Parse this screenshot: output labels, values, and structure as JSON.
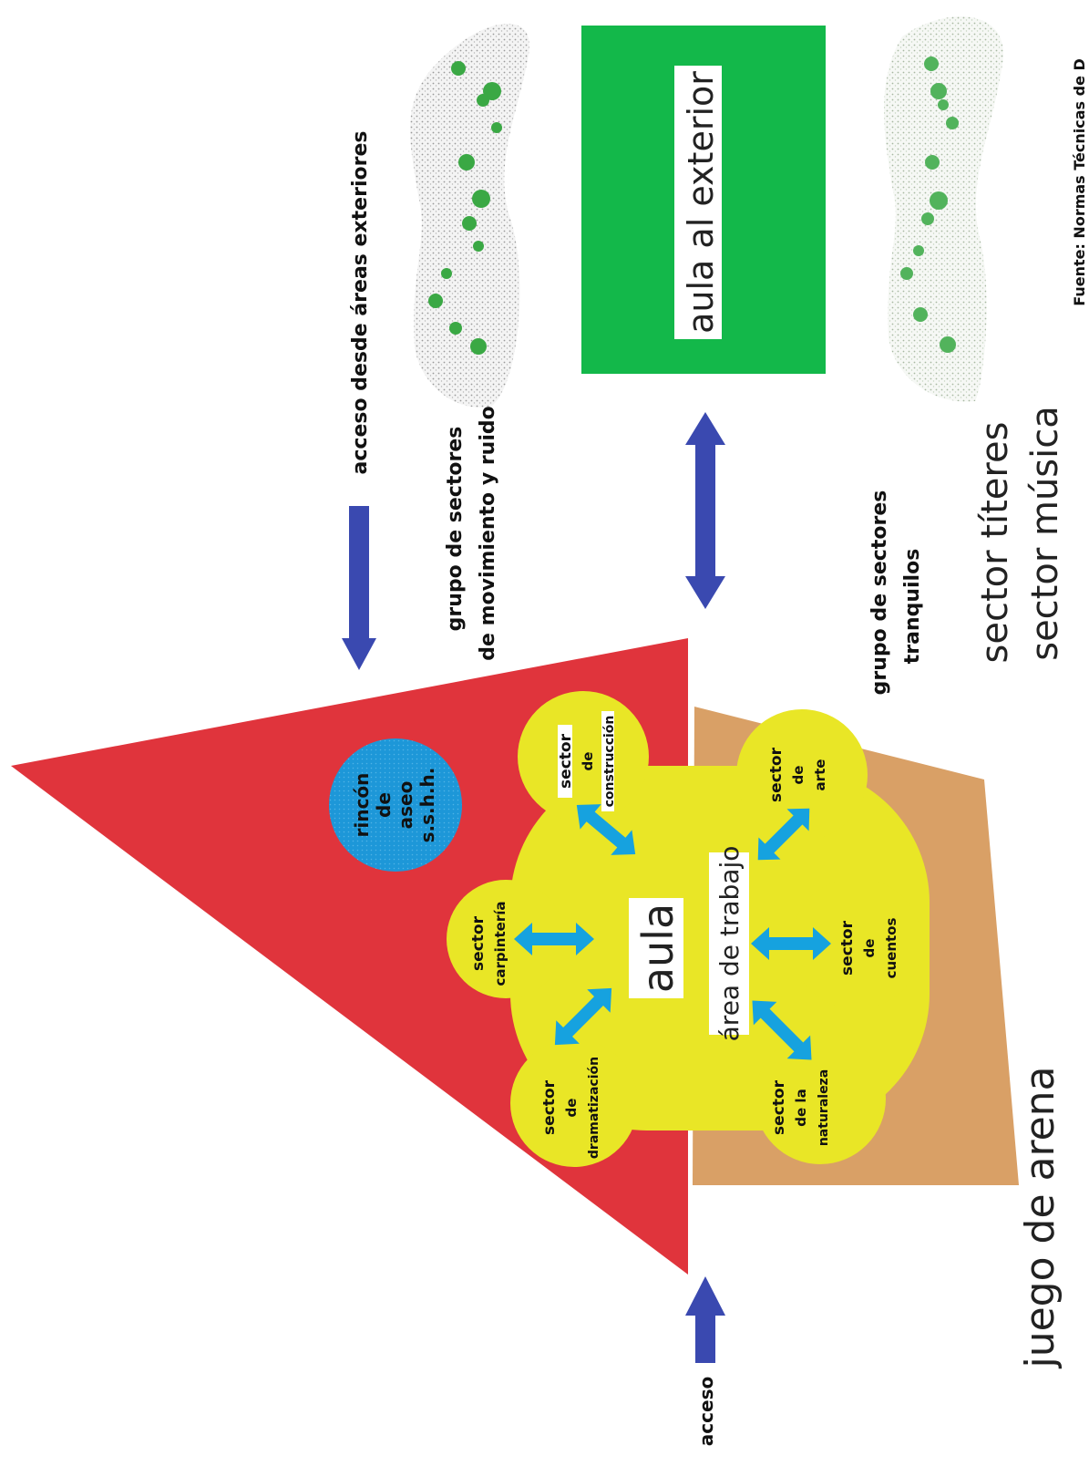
{
  "colors": {
    "triangle": "#e0343c",
    "orange_zone": "#d9a066",
    "aula_blob": "#e9e626",
    "rincon_circle": "#1d97d8",
    "exterior_box": "#13b84a",
    "arrow_blue": "#3a49b0",
    "arrow_cyan": "#16a2df",
    "label_box": "#ffffff",
    "tree_dots": "#3aa844"
  },
  "labels": {
    "acceso_desde": "acceso desde áreas exteriores",
    "grupo_mov_1": "grupo de sectores",
    "grupo_mov_2": "de movimiento y ruido",
    "aula_exterior": "aula al exterior",
    "grupo_tranq_1": "grupo de sectores",
    "grupo_tranq_2": "tranquilos",
    "sector_titeres": "sector títeres",
    "sector_musica": "sector música",
    "fuente": "Fuente: Normas Técnicas de D",
    "juego_arena": "juego de arena",
    "acceso": "acceso",
    "aula": "aula",
    "area_trabajo": "área de trabajo",
    "rincon_1": "rincón",
    "rincon_2": "de",
    "rincon_3": "aseo",
    "rincon_4": "s.s.h.h."
  },
  "sectors": {
    "construccion": [
      "sector",
      "de",
      "construcción"
    ],
    "carpinteria": [
      "sector",
      "carpintería"
    ],
    "dramatizacion": [
      "sector",
      "de",
      "dramatización"
    ],
    "arte": [
      "sector",
      "de",
      "arte"
    ],
    "cuentos": [
      "sector",
      "de",
      "cuentos"
    ],
    "naturaleza": [
      "sector",
      "de la",
      "naturaleza"
    ]
  }
}
